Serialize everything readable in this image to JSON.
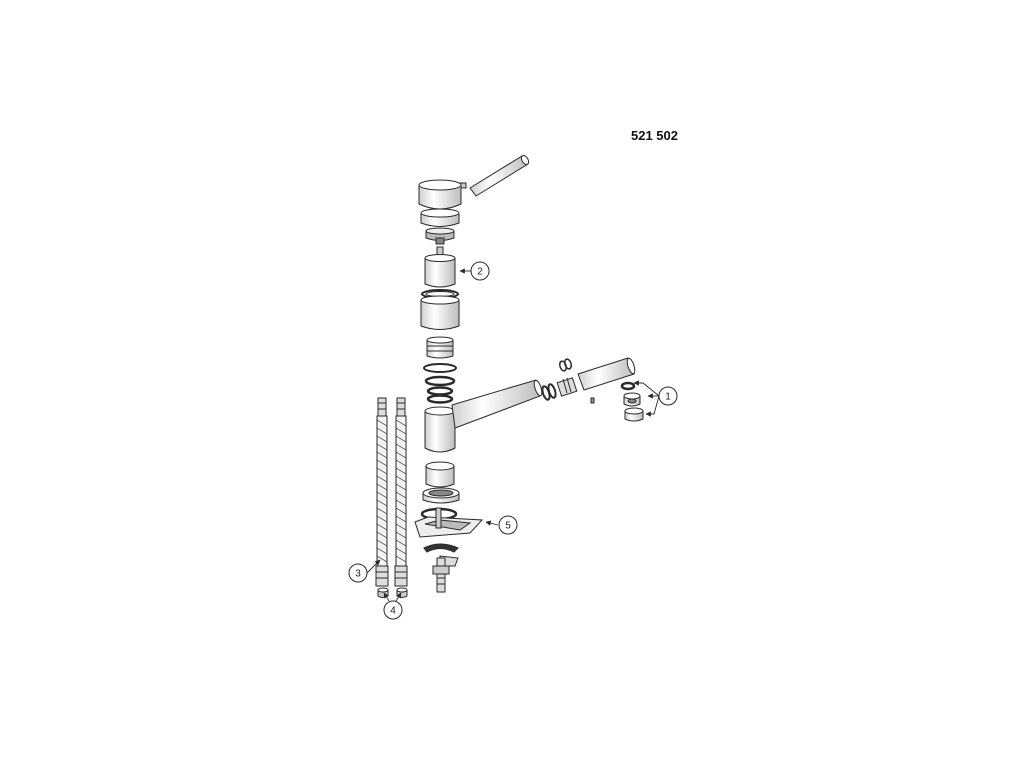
{
  "diagram": {
    "part_number": "521 502",
    "callouts": [
      "1",
      "2",
      "3",
      "4",
      "5"
    ]
  },
  "colors": {
    "line": "#2a2a2a",
    "fill": "#ffffff",
    "shade": "#d6d6d6",
    "dark": "#444444"
  }
}
